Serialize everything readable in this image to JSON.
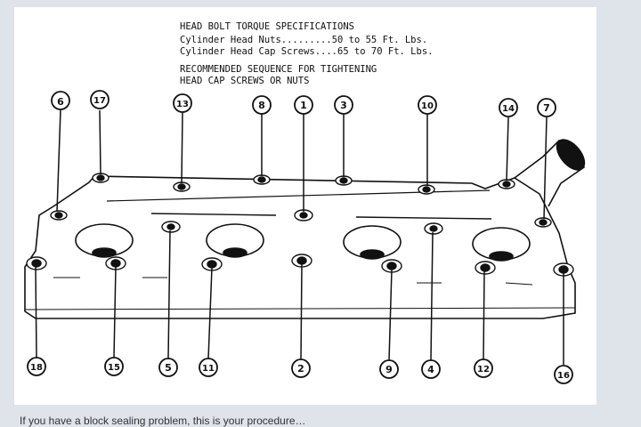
{
  "title": "HEAD BOLT TORQUE SPECIFICATIONS",
  "spec_lines": [
    "Cylinder Head Nuts.........50 to 55 Ft. Lbs.",
    "Cylinder Head Cap Screws....65 to 70 Ft. Lbs."
  ],
  "sequence_heading": [
    "RECOMMENDED SEQUENCE FOR TIGHTENING",
    "HEAD CAP SCREWS OR NUTS"
  ],
  "top_labels": [
    "6",
    "17",
    "13",
    "8",
    "1",
    "3",
    "10",
    "14",
    "7"
  ],
  "bottom_labels": [
    "18",
    "15",
    "5",
    "11",
    "2",
    "9",
    "4",
    "12",
    "16"
  ],
  "caption": "If you have a block sealing problem, this is your procedure…"
}
